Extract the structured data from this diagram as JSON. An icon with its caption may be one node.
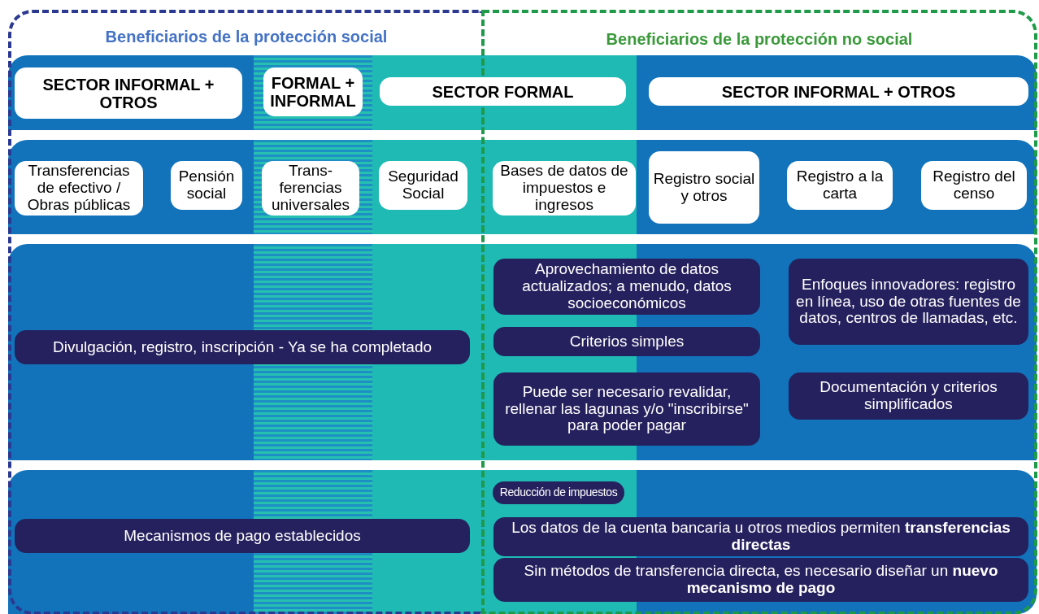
{
  "diagram": {
    "nodes": [
      {
        "text": [
          "Beneficiarios de la protección social"
        ]
      },
      {
        "text": [
          "Beneficiarios de la protección no social"
        ]
      },
      {
        "text": [
          "SECTOR INFORMAL + OTROS"
        ],
        "in": 0
      },
      {
        "text": [
          "FORMAL + INFORMAL"
        ],
        "in": 0
      },
      {
        "text": [
          "SECTOR FORMAL"
        ]
      },
      {
        "text": [
          "SECTOR INFORMAL + OTROS"
        ],
        "in": 1
      },
      {
        "text": [
          "Transferencias de efectivo / Obras públicas"
        ],
        "in": 0
      },
      {
        "text": [
          "Pensión social"
        ],
        "in": 0
      },
      {
        "text": [
          "Trans- ferencias universales"
        ],
        "in": 0
      },
      {
        "text": [
          "Seguridad Social"
        ],
        "in": 0
      },
      {
        "text": [
          "Bases de datos de impuestos e ingresos"
        ],
        "in": 1
      },
      {
        "text": [
          "Registro social y otros"
        ],
        "in": 1
      },
      {
        "text": [
          "Registro a la carta"
        ],
        "in": 1
      },
      {
        "text": [
          "Registro del censo"
        ],
        "in": 1
      },
      {
        "text": [
          "Aprovechamiento de datos actualizados; a menudo, datos socioeconómicos"
        ],
        "in": 1
      },
      {
        "text": [
          "Enfoques innovadores: registro en línea, uso de otras fuentes de datos, centros de llamadas, etc."
        ],
        "in": 1
      },
      {
        "text": [
          "Divulgación, registro, inscripción - Ya se ha completado"
        ],
        "in": 0
      },
      {
        "text": [
          "Criterios simples"
        ],
        "in": 1
      },
      {
        "text": [
          "Puede ser necesario revalidar, rellenar las lagunas y/o \"inscribirse\" para poder pagar"
        ],
        "in": 1
      },
      {
        "text": [
          "Documentación y criterios simplificados"
        ],
        "in": 1
      },
      {
        "text": [
          "Reducción de impuestos"
        ],
        "in": 1
      },
      {
        "text": [
          "Mecanismos de pago establecidos"
        ],
        "in": 0
      },
      {
        "text": [
          "Los datos de la cuenta bancaria u otros medios permiten **transferencias directas**"
        ],
        "in": 1
      },
      {
        "text": [
          "Sin métodos de transferencia directa, es necesario diseñar un **nuevo mecanismo de pago**"
        ],
        "in": 1
      }
    ],
    "edges": []
  }
}
